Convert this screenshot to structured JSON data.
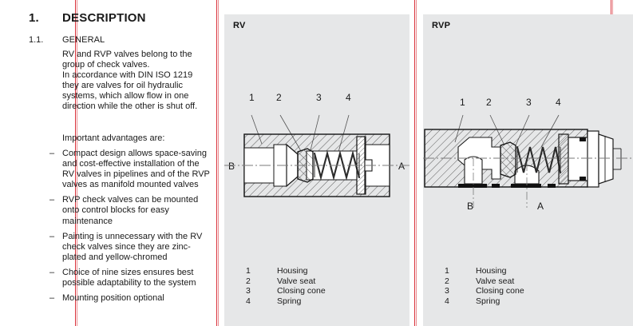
{
  "document": {
    "section": {
      "number": "1.",
      "title": "DESCRIPTION"
    },
    "subsection": {
      "number": "1.1.",
      "title": "GENERAL"
    },
    "intro_paragraph": "RV and RVP valves belong to the group of check valves.\nIn accordance with DIN ISO 1219 they are valves for oil hydraulic systems, which allow flow in one direction while the other is shut off.",
    "advantages_lead": "Important advantages are:",
    "advantages": [
      {
        "dash": "–",
        "text": "Compact design allows space-saving and cost-effective installation of the RV valves in pipelines and of the RVP valves as manifold mounted valves"
      },
      {
        "dash": "–",
        "text": "RVP check valves can be mounted onto control blocks for easy maintenance"
      },
      {
        "dash": "–",
        "text": "Painting is unnecessary with the RV check valves since they are zinc-plated and yellow-chromed"
      },
      {
        "dash": "–",
        "text": "Choice of nine sizes ensures best possible adaptability to the system"
      },
      {
        "dash": "–",
        "text": "Mounting position optional"
      }
    ]
  },
  "figures": {
    "rv": {
      "title": "RV",
      "callouts": [
        "1",
        "2",
        "3",
        "4"
      ],
      "ports": {
        "inlet": "B",
        "outlet": "A"
      },
      "legend": [
        {
          "num": "1",
          "label": "Housing"
        },
        {
          "num": "2",
          "label": "Valve seat"
        },
        {
          "num": "3",
          "label": "Closing cone"
        },
        {
          "num": "4",
          "label": "Spring"
        }
      ]
    },
    "rvp": {
      "title": "RVP",
      "callouts": [
        "1",
        "2",
        "3",
        "4"
      ],
      "ports": {
        "inlet": "B",
        "outlet": "A"
      },
      "legend": [
        {
          "num": "1",
          "label": "Housing"
        },
        {
          "num": "2",
          "label": "Valve seat"
        },
        {
          "num": "3",
          "label": "Closing cone"
        },
        {
          "num": "4",
          "label": "Spring"
        }
      ]
    }
  },
  "colors": {
    "rule_red": "#d9313a",
    "panel_bg": "#e6e7e8",
    "page_bg": "#ffffff",
    "ink": "#1a1a1a"
  }
}
